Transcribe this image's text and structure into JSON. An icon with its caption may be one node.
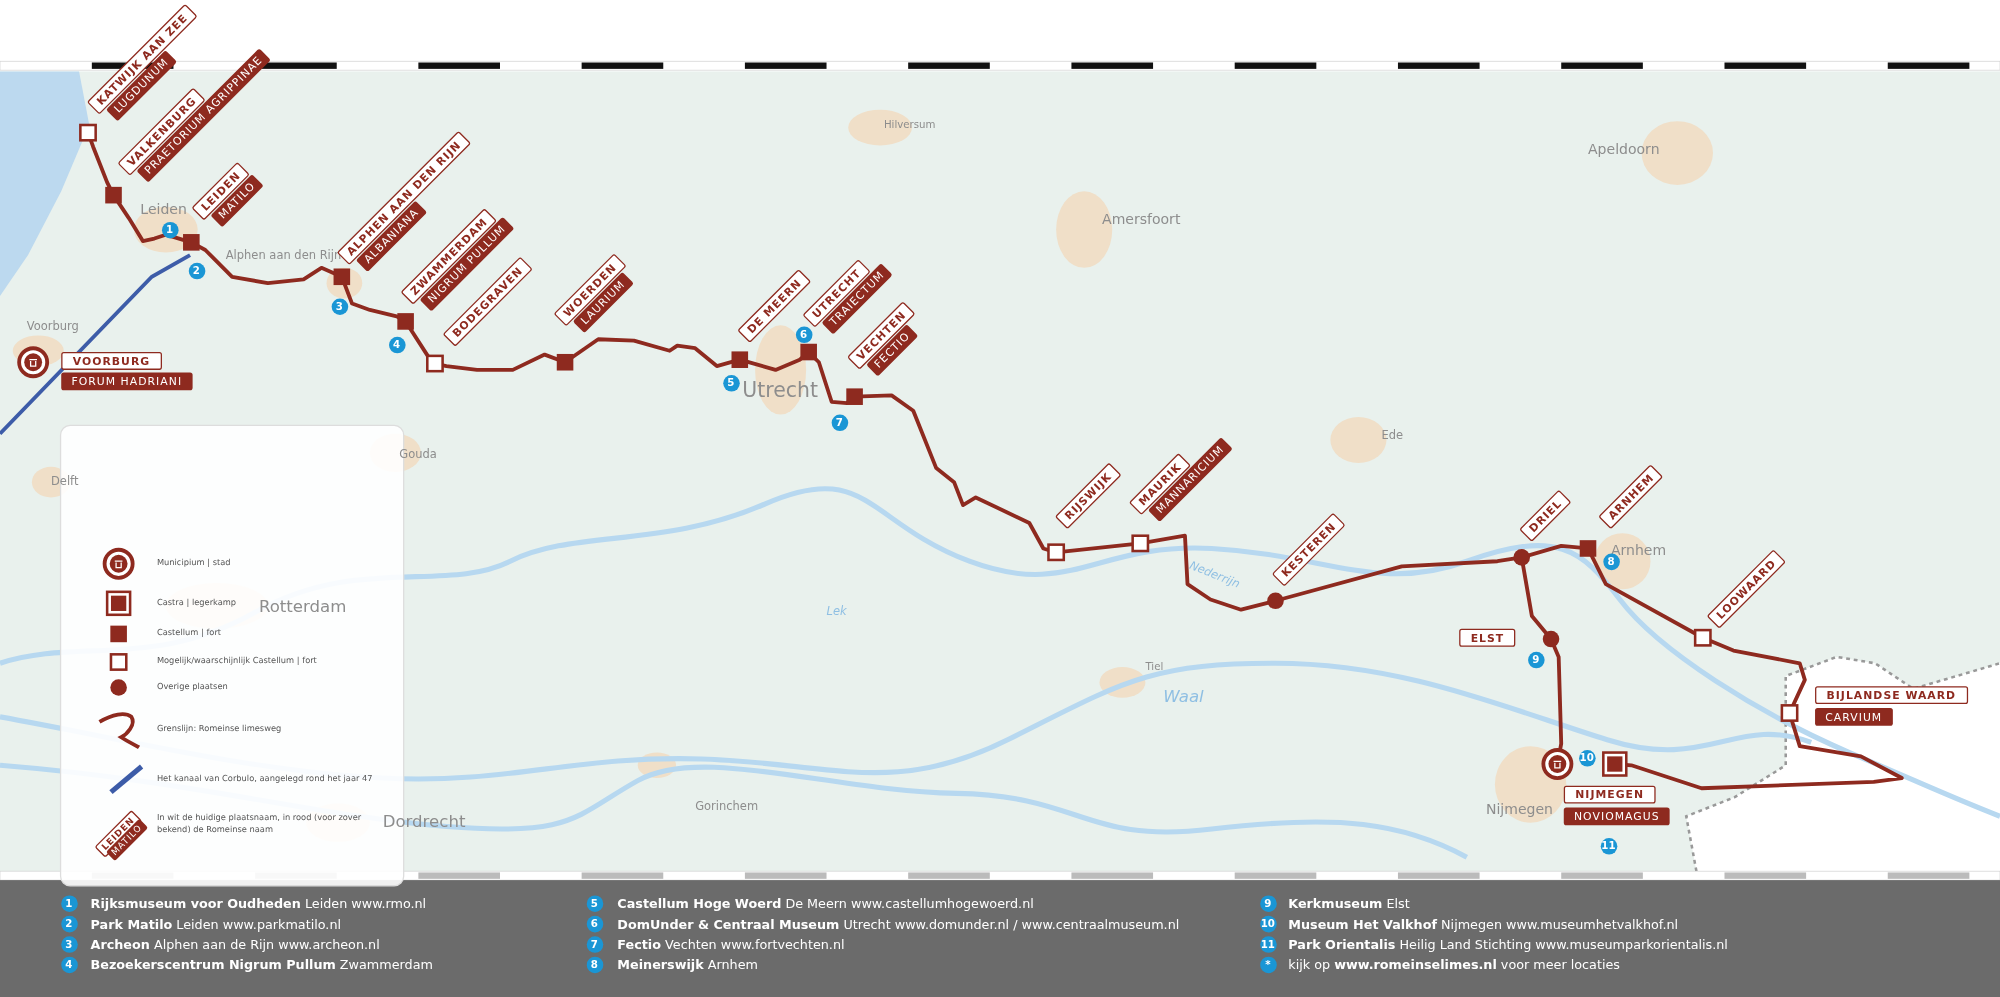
{
  "diagram": {
    "labels": [
      "KATWIJK AAN ZEE",
      "LUGDUNUM",
      "VALKENBURG",
      "PRAETORIUM AGRIPPINAE",
      "Hilversum",
      "Apeldoorn",
      "LEIDEN",
      "MATILO",
      "Leiden",
      "1",
      "Amersfoort",
      "Alphen aan den Rijn",
      "2",
      "ALPHEN AAN DEN RIJN",
      "ALBANIANA",
      "3",
      "ZWAMMERDAM",
      "NIGRUM PULLUM",
      "BODEGRAVEN",
      "4",
      "WOERDEN",
      "LAURIUM",
      "DE MEERN",
      "UTRECHT",
      "TRAIECTUM",
      "6",
      "VECHTEN",
      "FECTIO",
      "Voorburg",
      "VOORBURG",
      "FORUM HADRIANI",
      "5",
      "Utrecht",
      "7",
      "Ede",
      "Gouda",
      "Delft",
      "RIJSWIJK",
      "MAURIK",
      "MANNARICIUM",
      "DRIEL",
      "ARNHEM",
      "Arnhem",
      "8",
      "Nederrijn",
      "KESTEREN",
      "Rotterdam",
      "Lek",
      "LOOWAARD",
      "ELST",
      "9",
      "Tiel",
      "Waal",
      "BIJLANDSE WAARD",
      "CARVIUM",
      "10",
      "Gorinchem",
      "Nijmegen",
      "NIJMEGEN",
      "NOVIOMAGUS",
      "Dordrecht",
      "11",
      "LEIDEN",
      "MATILO",
      "1",
      "**Rijksmuseum voor Oudheden** Leiden www.rmo.nl",
      "2",
      "**Park Matilo** Leiden www.parkmatilo.nl",
      "3",
      "**Archeon** Alphen aan de Rijn www.archeon.nl",
      "4",
      "**Bezoekerscentrum Nigrum Pullum** Zwammerdam",
      "5",
      "**Castellum Hoge Woerd** De Meern www.castellumhogewoerd.nl",
      "6",
      "**DomUnder & Centraal Museum** Utrecht www.domunder.nl / www.centraalmuseum.nl",
      "7",
      "**Fectio** Vechten www.fortvechten.nl",
      "8",
      "**Meinerswijk** Arnhem",
      "9",
      "**Kerkmuseum** Elst",
      "10",
      "**Museum Het Valkhof** Nijmegen www.museumhetvalkhof.nl",
      "11",
      "**Park Orientalis** Heilig Land Stichting www.museumparkorientalis.nl",
      "*",
      "kijk op **www.romeinselimes.nl** voor meer locaties"
    ],
    "legend": [
      {
        "text": "Municipium | stad"
      },
      {
        "text": "Castra | legerkamp"
      },
      {
        "text": "Castellum | fort"
      },
      {
        "text": "Mogelijk/waarschijnlijk Castellum | fort"
      },
      {
        "text": "Overige plaatsen"
      },
      {
        "text": "Grenslijn: Romeinse limesweg"
      },
      {
        "text": "Het kanaal van Corbulo, aangelegd rond het jaar 47"
      },
      {
        "text": "In wit de huidige plaatsnaam, in rood (voor zover bekend) de Romeinse naam"
      }
    ]
  }
}
